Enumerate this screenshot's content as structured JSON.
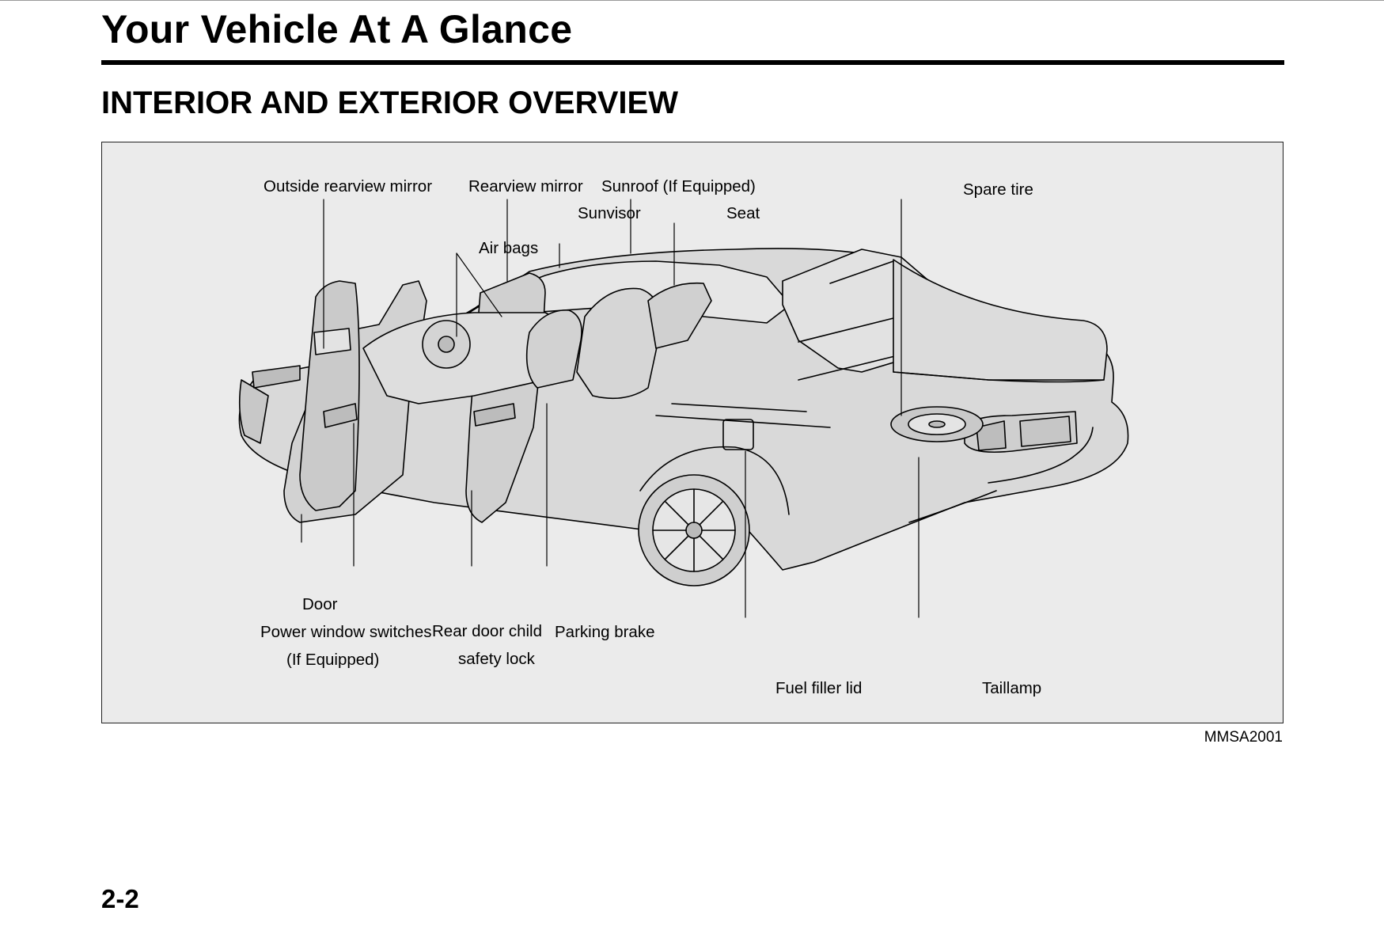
{
  "page": {
    "chapter_title": "Your Vehicle At A Glance",
    "section_title": "INTERIOR AND EXTERIOR OVERVIEW",
    "figure_code": "MMSA2001",
    "page_number": "2-2"
  },
  "figure": {
    "labels": {
      "outside_rearview_mirror": "Outside rearview mirror",
      "rearview_mirror": "Rearview mirror",
      "sunroof": "Sunroof (If Equipped)",
      "sunvisor": "Sunvisor",
      "seat": "Seat",
      "air_bags": "Air bags",
      "spare_tire": "Spare tire",
      "door": "Door",
      "power_window_switches": "Power window switches",
      "power_window_switches_note": "(If Equipped)",
      "rear_door_child": "Rear door child",
      "safety_lock": "safety lock",
      "parking_brake": "Parking brake",
      "fuel_filler_lid": "Fuel filler lid",
      "taillamp": "Taillamp"
    }
  }
}
